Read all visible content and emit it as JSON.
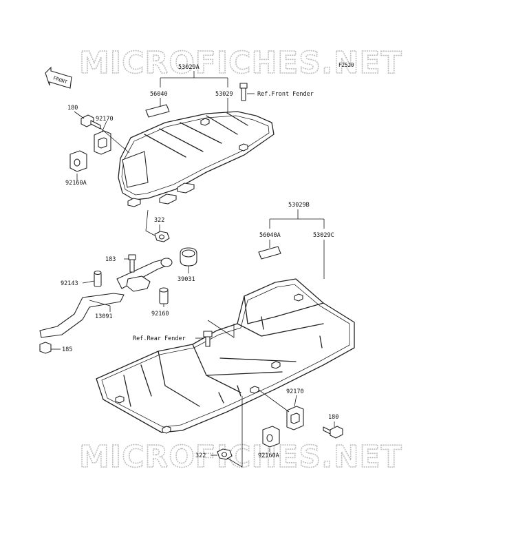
{
  "figure_code": "F2520",
  "watermark": "MICROFICHES.NET",
  "front_arrow_label": "FRONT",
  "refs": {
    "front_fender": "Ref.Front Fender",
    "rear_fender": "Ref.Rear Fender"
  },
  "labels": {
    "p53029A": "53029A",
    "p56040": "56040",
    "p53029": "53029",
    "p180_top": "180",
    "p92170_top": "92170",
    "p92160A_top": "92160A",
    "p322_top": "322",
    "p53029B": "53029B",
    "p56040A": "56040A",
    "p53029C": "53029C",
    "p183": "183",
    "p39031": "39031",
    "p92143": "92143",
    "p13091": "13091",
    "p92160": "92160",
    "p185": "185",
    "p92170_bot": "92170",
    "p180_bot": "180",
    "p92160A_bot": "92160A",
    "p322_bot": "322"
  }
}
